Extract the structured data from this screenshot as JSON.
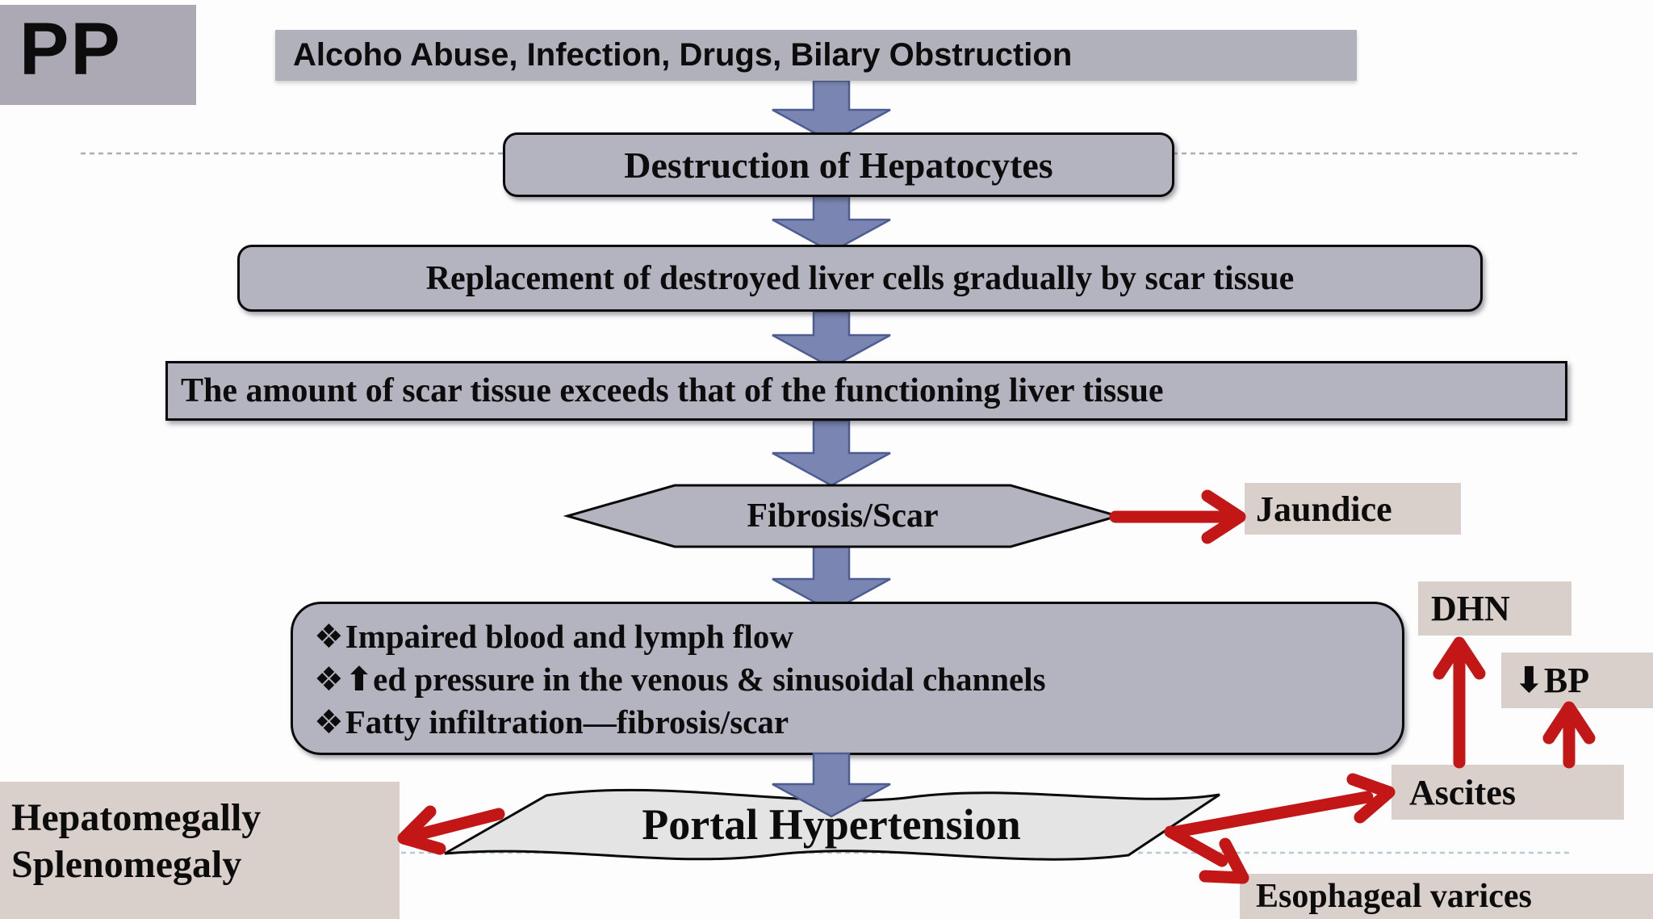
{
  "slide_label": "PP",
  "flow": {
    "causes_banner": "Alcoho Abuse, Infection, Drugs, Bilary Obstruction",
    "stage_destruction": "Destruction of Hepatocytes",
    "stage_replacement": "Replacement of destroyed liver cells gradually by scar tissue",
    "stage_scar_exceeds": "The amount of scar tissue exceeds that of the functioning liver tissue",
    "stage_fibrosis": "Fibrosis/Scar",
    "bullet_glyph": "❖",
    "mechanisms": [
      "Impaired blood and lymph flow",
      "⬆ed pressure in the venous & sinusoidal channels",
      "Fatty infiltration—fibrosis/scar"
    ],
    "outcome": "Portal Hypertension"
  },
  "complications": {
    "jaundice": "Jaundice",
    "hepatomegaly": "Hepatomegally",
    "splenomegaly": "Splenomegaly",
    "dhn": "DHN",
    "low_bp": "⬇BP",
    "ascites": "Ascites",
    "esophageal_varices": "Esophageal varices"
  },
  "colors": {
    "stage_box_fill": "#b4b4c0",
    "banner_fill": "#b1b1bb",
    "pp_fill": "#aca8b4",
    "outcome_fill": "#e4e4e4",
    "label_box_fill": "#d9d0cb",
    "flow_arrow_fill": "#7a86b1",
    "flow_arrow_stroke": "#4d5c92",
    "effect_arrow": "#c31616",
    "dashed_top": "#a4b0b5",
    "dashed_bottom": "#b5ccd4",
    "border": "#0a0a0a"
  }
}
